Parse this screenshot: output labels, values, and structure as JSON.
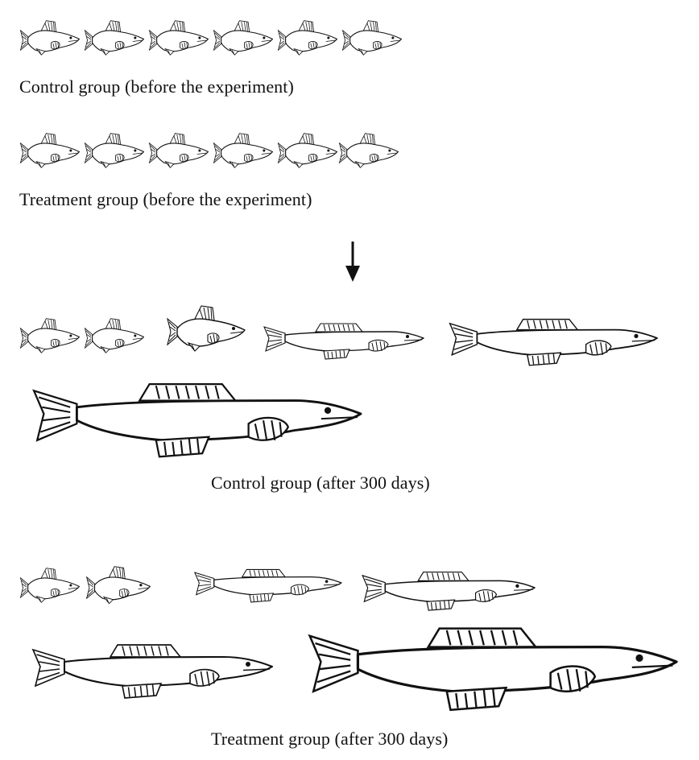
{
  "captions": {
    "control_before": "Control group (before the experiment)",
    "treatment_before": "Treatment group (before the experiment)",
    "control_after": "Control group (after 300 days)",
    "treatment_after": "Treatment group (after 300 days)"
  },
  "groups": [
    {
      "id": "control-before",
      "fish": [
        "short",
        "short",
        "short",
        "short",
        "short",
        "short"
      ]
    },
    {
      "id": "treatment-before",
      "fish": [
        "short",
        "short",
        "short",
        "short",
        "short",
        "short"
      ]
    },
    {
      "id": "control-after",
      "fish": [
        "short",
        "short",
        "short",
        "long",
        "long",
        "long"
      ]
    },
    {
      "id": "treatment-after",
      "fish": [
        "short",
        "short",
        "long",
        "long",
        "long",
        "long"
      ]
    }
  ],
  "icons": {
    "arrow": "down-arrow-icon",
    "fish": "fish-icon"
  }
}
